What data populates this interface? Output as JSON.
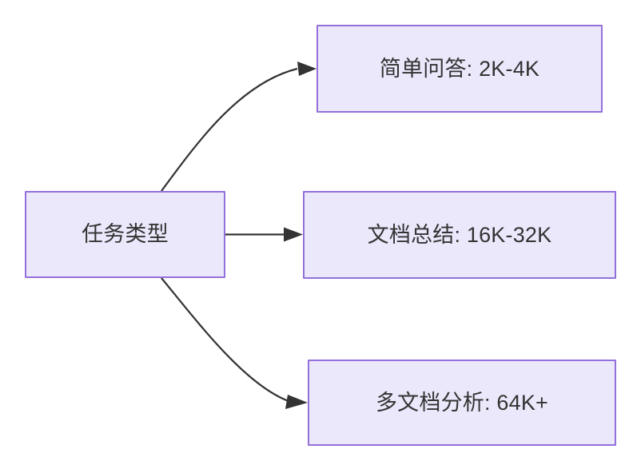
{
  "diagram": {
    "type": "flowchart",
    "direction": "left-to-right",
    "background_color": "#ffffff",
    "node_fill_color": "#ebe8fb",
    "node_border_color": "#9370db",
    "text_color": "#333333",
    "edge_color": "#333333",
    "nodes": [
      {
        "id": "root",
        "label": "任务类型",
        "role": "source"
      },
      {
        "id": "simple-qa",
        "label": "简单问答: 2K-4K",
        "role": "target"
      },
      {
        "id": "doc-summary",
        "label": "文档总结: 16K-32K",
        "role": "target"
      },
      {
        "id": "multi-doc",
        "label": "多文档分析: 64K+",
        "role": "target"
      }
    ],
    "edges": [
      {
        "id": "edge-root-simple-qa",
        "from": "root",
        "to": "simple-qa",
        "label": "",
        "style": "curved",
        "arrow": "arrowhead-icon"
      },
      {
        "id": "edge-root-doc-summary",
        "from": "root",
        "to": "doc-summary",
        "label": "",
        "style": "straight",
        "arrow": "arrowhead-icon"
      },
      {
        "id": "edge-root-multi-doc",
        "from": "root",
        "to": "multi-doc",
        "label": "",
        "style": "curved",
        "arrow": "arrowhead-icon"
      }
    ]
  }
}
